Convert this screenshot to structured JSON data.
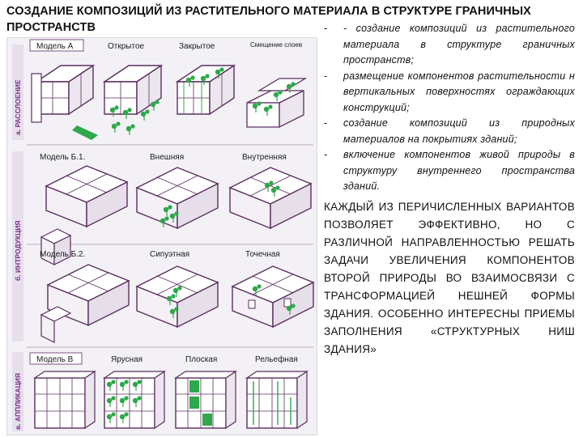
{
  "title": "СОЗДАНИЕ КОМПОЗИЦИЙ ИЗ РАСТИТЕЛЬНОГО МАТЕРИАЛА  В СТРУКТУРЕ ГРАНИЧНЫХ ПРОСТРАНСТВ",
  "bullets": [
    "- создание композиций из растительного материала в структуре граничных пространств;",
    "размещение компонентов растительности н вертикальных поверхностях ограждающих конструкций;",
    "создание композиций из природных материалов на покрытиях зданий;",
    "включение компонентов живой природы в структуру внутреннего пространства зданий."
  ],
  "paragraph": "КАЖДЫЙ ИЗ ПЕРИЧИСЛЕННЫХ ВАРИАНТОВ ПОЗВОЛЯЕТ ЭФФЕКТИВНО, НО С РАЗЛИЧНОЙ НАПРАВЛЕННОСТЬЮ РЕШАТЬ ЗАДАЧИ УВЕЛИЧЕНИЯ КОМПОНЕНТОВ ВТОРОЙ ПРИРОДЫ ВО ВЗАИМОСВЯЗИ С ТРАНСФОРМАЦИЕЙ НЕШНЕЙ ФОРМЫ ЗДАНИЯ. ОСОБЕННО ИНТЕРЕСНЫ ПРИЕМЫ ЗАПОЛНЕНИЯ «СТРУКТУРНЫХ НИШ ЗДАНИЯ»",
  "figure": {
    "row_a": [
      "Модель А",
      "Открытое",
      "Закрытое",
      "Смещение слоев"
    ],
    "row_b1": [
      "Модель Б.1.",
      "Внешняя",
      "Внутренняя"
    ],
    "row_b2": [
      "Модель Б.2.",
      "Сипуэтная",
      "Точечная"
    ],
    "row_c": [
      "Модель В",
      "Ярусная",
      "Плоская",
      "Рельефная"
    ],
    "side_labels": [
      "а. РАССЛОЕНИЕ",
      "б. ИНТРОДУКЦИЯ",
      "в. АППЛИКАЦИЯ"
    ]
  },
  "colors": {
    "accent": "#7a2a8a",
    "plant": "#2ea84a",
    "line": "#5a2f5f"
  }
}
